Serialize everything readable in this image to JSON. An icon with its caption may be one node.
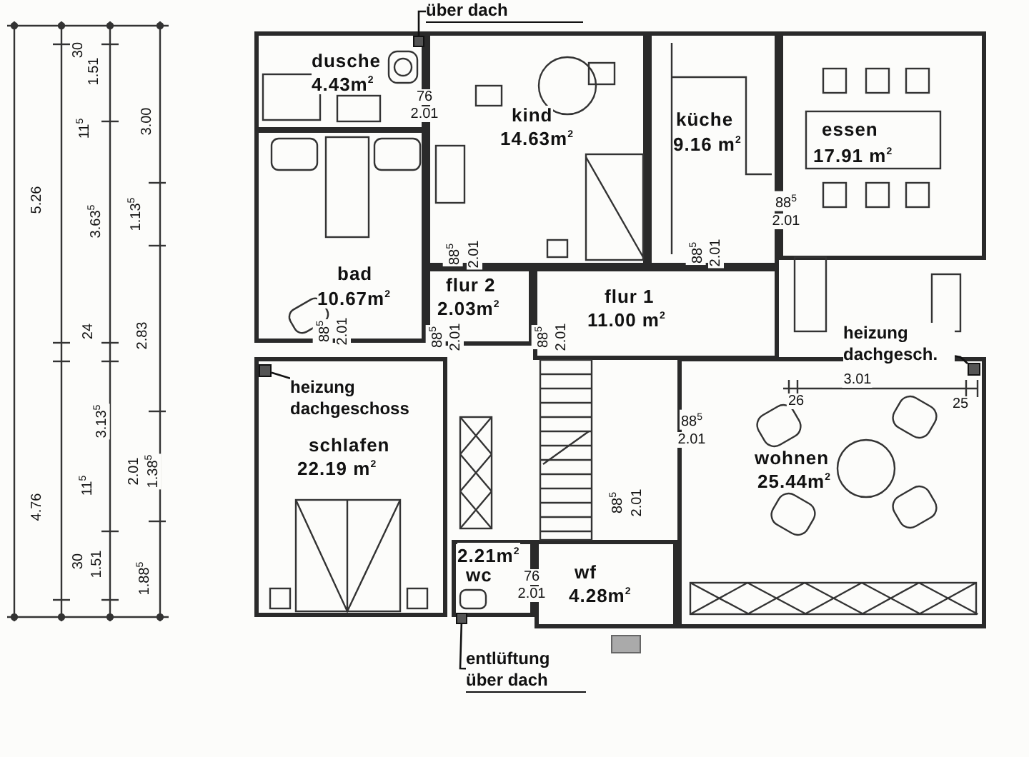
{
  "diagram": {
    "nodes": [
      {
        "text": [
          "dusche",
          "4.43m$^{2}$"
        ]
      },
      {
        "text": [
          "kind",
          "14.63m$^{2}$"
        ]
      },
      {
        "text": [
          "küche",
          "9.16 m$^{2}$"
        ]
      },
      {
        "text": [
          "essen",
          "17.91 m$^{2}$"
        ]
      },
      {
        "text": [
          "bad",
          "10.67m$^{2}$"
        ]
      },
      {
        "text": [
          "flur 2",
          "2.03m$^{2}$"
        ]
      },
      {
        "text": [
          "flur 1",
          "11.00 m$^{2}$"
        ]
      },
      {
        "text": [
          "schlafen",
          "22.19 m$^{2}$"
        ]
      },
      {
        "text": [
          "2.21m$^{2}$",
          "wc"
        ]
      },
      {
        "text": [
          "wf",
          "4.28m$^{2}$"
        ]
      },
      {
        "text": [
          "wohnen",
          "25.44m$^{2}$"
        ]
      },
      {
        "text": [
          "heizung dachgeschoss"
        ],
        "in": 7
      },
      {
        "text": [],
        "shape": "box",
        "in": 7
      },
      {
        "text": [
          "heizung dachgesch."
        ]
      },
      {
        "text": [],
        "shape": "box",
        "in": 10
      },
      {
        "text": [
          "entlüftung über dach"
        ]
      },
      {
        "text": [],
        "shape": "box",
        "in": 8
      },
      {
        "text": [
          "über dach"
        ]
      },
      {
        "text": [],
        "shape": "box",
        "in": 0
      }
    ],
    "edges": [
      {
        "from": 11,
        "to": 12,
        "arrow": "none"
      },
      {
        "from": 13,
        "to": 14,
        "arrow": "none"
      },
      {
        "from": 15,
        "to": 16,
        "arrow": "none"
      },
      {
        "from": 17,
        "to": 18,
        "arrow": "none"
      }
    ],
    "labels": [
      "5.26",
      "4.76",
      "30",
      "1.51",
      "11$^{5}$",
      "3.63$^{5}$",
      "24",
      "3.13$^{5}$",
      "11$^{5}$",
      "30",
      "1.51",
      "3.00",
      "1.13$^{5}$",
      "2.83",
      "2.01",
      "1.38$^{5}$",
      "1.88$^{5}$",
      "76",
      "2.01",
      "88$^{5}$",
      "2.01",
      "88$^{5}$",
      "2.01",
      "88$^{5}$",
      "2.01",
      "88$^{5}$",
      "2.01",
      "88$^{5}$",
      "2.01",
      "88$^{5}$",
      "2.01",
      "3.01",
      "26",
      "25",
      "88$^{5}$",
      "2.01",
      "88$^{5}$",
      "2.01",
      "76",
      "2.01"
    ]
  }
}
